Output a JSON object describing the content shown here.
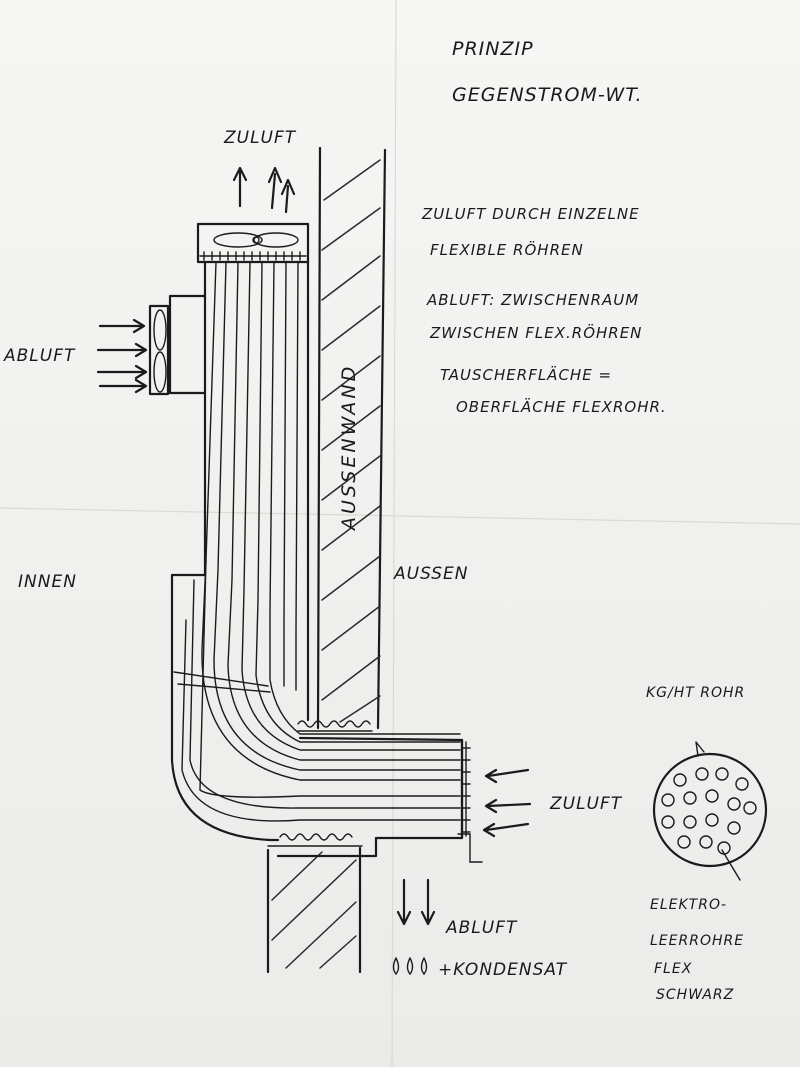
{
  "title": {
    "line1": "Prinzip",
    "line2": "Gegenstrom-WT."
  },
  "notes": {
    "line1": "Zuluft durch einzelne",
    "line2": "flexible Röhren",
    "line3": "Abluft: Zwischenraum",
    "line4": "zwischen Flex.Röhren",
    "line5": "Tauscherfläche =",
    "line6": "Oberfläche Flexrohr."
  },
  "labels": {
    "zuluft_top": "Zuluft",
    "abluft_left": "Abluft",
    "innen": "Innen",
    "aussen": "Aussen",
    "aussenwand": "Aussenwand",
    "zuluft_right": "Zuluft",
    "abluft_bottom": "Abluft",
    "kondensat": "+Kondensat",
    "kg_ht_rohr": "KG/HT Rohr",
    "elektro_1": "Elektro-",
    "elektro_2": "leerrohre",
    "elektro_3": "Flex",
    "elektro_4": "schwarz"
  },
  "colors": {
    "ink": "#1b1b1b",
    "paper": "#f1f1ef"
  }
}
